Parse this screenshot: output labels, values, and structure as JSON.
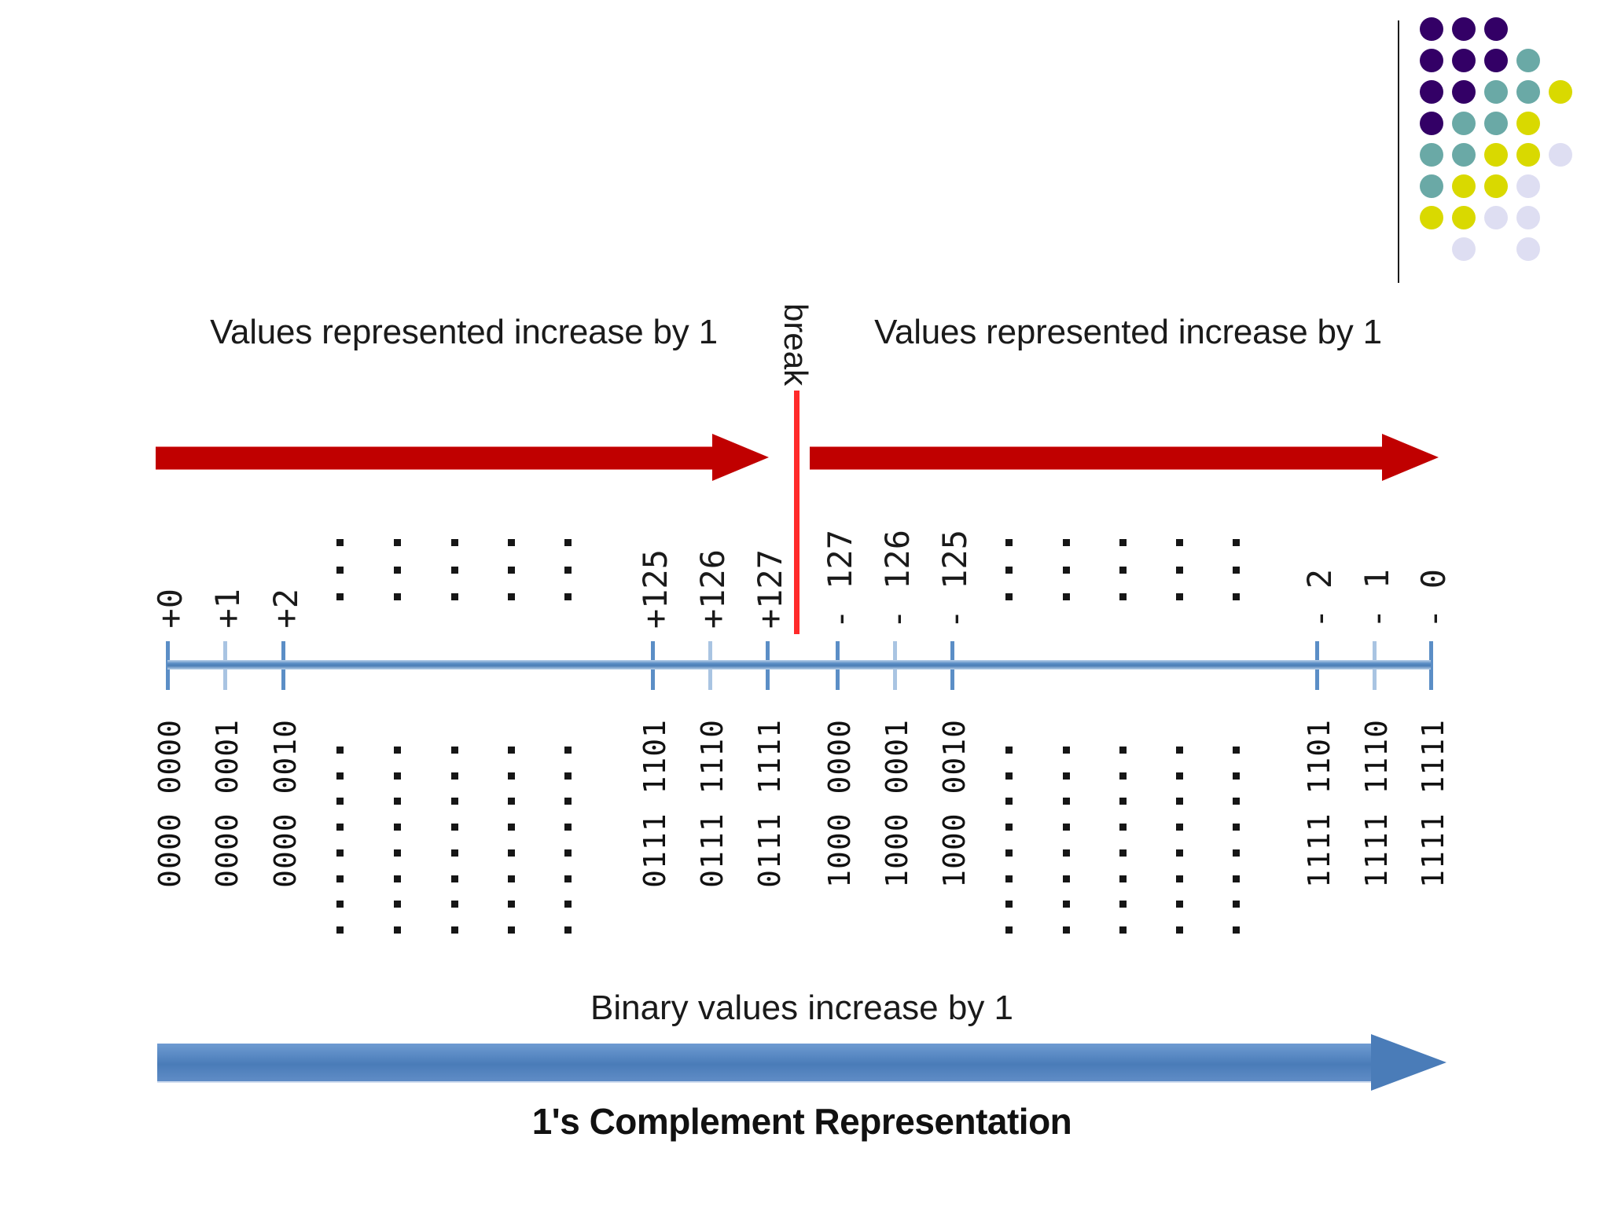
{
  "figure": {
    "title": "1's Complement Representation",
    "break_label": "break",
    "heading_left": "Values represented increase by 1",
    "heading_right": "Values represented increase by 1",
    "binary_caption": "Binary values increase by 1",
    "arrow_left": "red-right-arrow",
    "arrow_right": "red-right-arrow",
    "arrow_bottom": "blue-right-arrow"
  },
  "colors": {
    "red_arrow": "#c00000",
    "break_line": "#ff2a2a",
    "blue_arrow": "#4a7cb8",
    "axis": "#5b8ec6",
    "logo_purple": "#330066",
    "logo_teal": "#6aa9a6",
    "logo_yellow": "#d9d900",
    "logo_lavender": "#dedef2",
    "text": "#1a1a1a"
  },
  "chart_data": {
    "type": "table",
    "title": "1's Complement Representation",
    "xlabel": "Binary values increase by 1",
    "grid": false,
    "legend": "none",
    "columns": [
      {
        "decimal": "+0",
        "binary": "0000 0000",
        "kind": "value"
      },
      {
        "decimal": "+1",
        "binary": "0000 0001",
        "kind": "value"
      },
      {
        "decimal": "+2",
        "binary": "0000 0010",
        "kind": "value"
      },
      {
        "decimal": ":",
        "binary": ":",
        "kind": "ellipsis"
      },
      {
        "decimal": ":",
        "binary": ":",
        "kind": "ellipsis"
      },
      {
        "decimal": ":",
        "binary": ":",
        "kind": "ellipsis"
      },
      {
        "decimal": ":",
        "binary": ":",
        "kind": "ellipsis"
      },
      {
        "decimal": ":",
        "binary": ":",
        "kind": "ellipsis"
      },
      {
        "decimal": "+125",
        "binary": "0111 1101",
        "kind": "value"
      },
      {
        "decimal": "+126",
        "binary": "0111 1110",
        "kind": "value"
      },
      {
        "decimal": "+127",
        "binary": "0111 1111",
        "kind": "value"
      },
      {
        "decimal": "- 127",
        "binary": "1000 0000",
        "kind": "value"
      },
      {
        "decimal": "- 126",
        "binary": "1000 0001",
        "kind": "value"
      },
      {
        "decimal": "- 125",
        "binary": "1000 0010",
        "kind": "value"
      },
      {
        "decimal": ":",
        "binary": ":",
        "kind": "ellipsis"
      },
      {
        "decimal": ":",
        "binary": ":",
        "kind": "ellipsis"
      },
      {
        "decimal": ":",
        "binary": ":",
        "kind": "ellipsis"
      },
      {
        "decimal": ":",
        "binary": ":",
        "kind": "ellipsis"
      },
      {
        "decimal": ":",
        "binary": ":",
        "kind": "ellipsis"
      },
      {
        "decimal": "- 2",
        "binary": "1111 1101",
        "kind": "value"
      },
      {
        "decimal": "- 1",
        "binary": "1111 1110",
        "kind": "value"
      },
      {
        "decimal": "- 0",
        "binary": "1111 1111",
        "kind": "value"
      }
    ],
    "break_after_index": 10,
    "annotations": [
      "Values represented increase by 1",
      "break",
      "Values represented increase by 1",
      "Binary values increase by 1"
    ]
  },
  "logo": {
    "name": "dot-matrix-logo",
    "rows": [
      [
        "purple",
        "purple",
        "purple"
      ],
      [
        "purple",
        "purple",
        "purple",
        "teal"
      ],
      [
        "purple",
        "purple",
        "teal",
        "teal",
        "yellow"
      ],
      [
        "purple",
        "teal",
        "teal",
        "yellow"
      ],
      [
        "teal",
        "teal",
        "yellow",
        "yellow",
        "lavender"
      ],
      [
        "teal",
        "yellow",
        "yellow",
        "lavender"
      ],
      [
        "yellow",
        "yellow",
        "lavender",
        "lavender"
      ],
      [
        "none",
        "lavender",
        "none",
        "lavender"
      ]
    ]
  }
}
